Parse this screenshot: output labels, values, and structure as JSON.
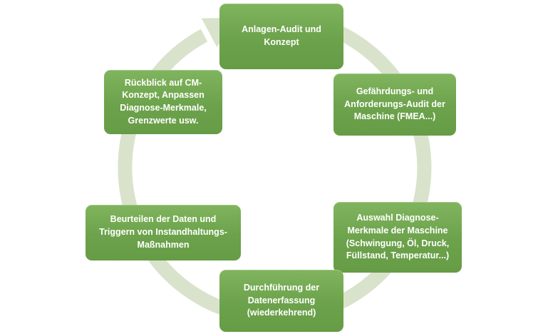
{
  "colors": {
    "node_green": "#6ca24b",
    "node_green_light": "#80b45e",
    "ring_green": "#d9e3cb",
    "text": "#ffffff"
  },
  "diagram": {
    "type": "cycle",
    "arrow_direction": "clockwise",
    "nodes": [
      {
        "id": 1,
        "position": "top",
        "label": "Anlagen-Audit und\nKonzept"
      },
      {
        "id": 2,
        "position": "upper-right",
        "label": "Gefährdungs- und\nAnforderungs-Audit der\nMaschine (FMEA...)"
      },
      {
        "id": 3,
        "position": "lower-right",
        "label": "Auswahl Diagnose-\nMerkmale der Maschine\n(Schwingung, Öl, Druck,\nFüllstand, Temperatur...)"
      },
      {
        "id": 4,
        "position": "bottom",
        "label": "Durchführung der\nDatenerfassung\n(wiederkehrend)"
      },
      {
        "id": 5,
        "position": "lower-left",
        "label": "Beurteilen der Daten und\nTriggern von Instandhaltungs-\nMaßnahmen"
      },
      {
        "id": 6,
        "position": "upper-left",
        "label": "Rückblick auf CM-\nKonzept, Anpassen\nDiagnose-Merkmale,\nGrenzwerte usw."
      }
    ]
  }
}
